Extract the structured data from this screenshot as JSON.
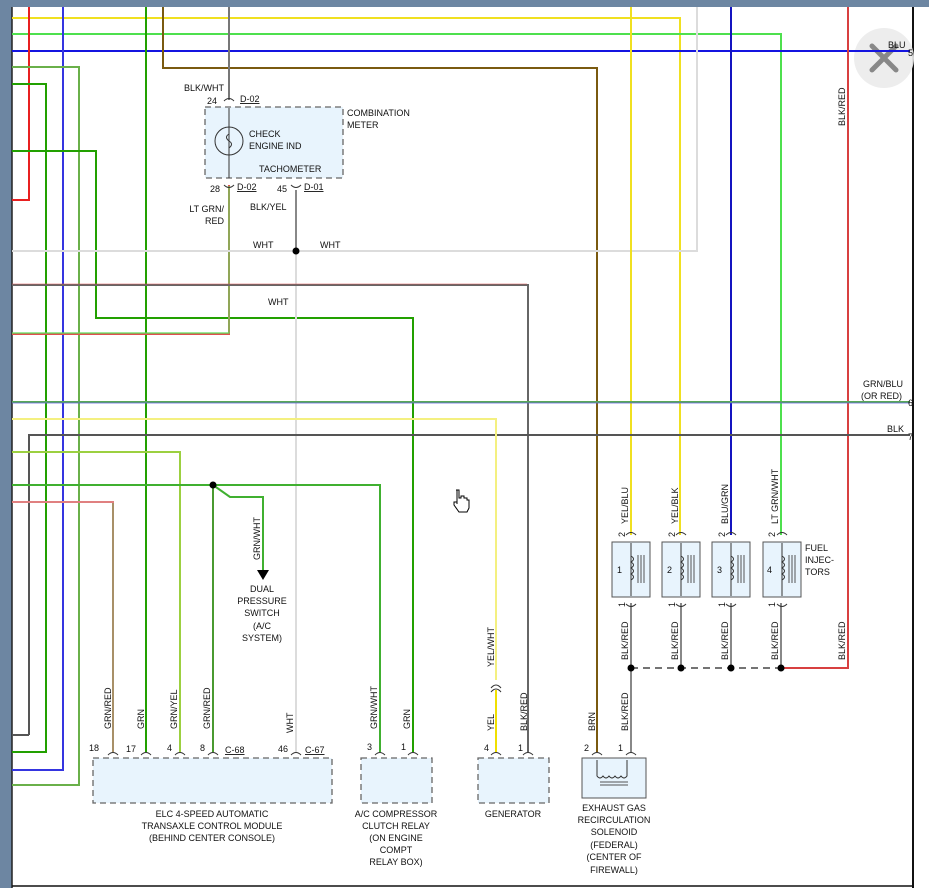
{
  "viewer": {
    "close_icon": "close-x-icon",
    "cursor_icon": "hand-pointer-icon"
  },
  "colors": {
    "frame": "#6d86a2",
    "module_fill": "#e8f4fd",
    "close_bg": "#ececec"
  },
  "meter": {
    "name": [
      "COMBINATION",
      "METER"
    ],
    "indicator": [
      "CHECK",
      "ENGINE IND"
    ],
    "tach": "TACHOMETER",
    "in_wire": "BLK/WHT",
    "in_pin": "24",
    "in_conn": "D-02",
    "out1_pin": "28",
    "out1_conn": "D-02",
    "out1_wire": [
      "LT GRN/",
      "RED"
    ],
    "out2_pin": "45",
    "out2_conn": "D-01",
    "out2_wire": "BLK/YEL"
  },
  "wht_labels": [
    "WHT",
    "WHT",
    "WHT"
  ],
  "right_edge": {
    "blu": "BLU",
    "blu_num": "5",
    "blkred_top": "BLK/RED",
    "grnblu": [
      "GRN/BLU",
      "(OR RED)"
    ],
    "grnblu_num": "6",
    "blk": "BLK",
    "blk_num": "7"
  },
  "dual_switch": {
    "wire": "GRN/WHT",
    "name": [
      "DUAL",
      "PRESSURE",
      "SWITCH",
      "(A/C",
      "SYSTEM)"
    ]
  },
  "ecm": {
    "name": [
      "ELC 4-SPEED AUTOMATIC",
      "TRANSAXLE CONTROL MODULE",
      "(BEHIND CENTER CONSOLE)"
    ],
    "conn_a": "C-68",
    "conn_b": "C-67",
    "pins": [
      {
        "num": "18",
        "wire": "GRN/RED"
      },
      {
        "num": "17",
        "wire": "GRN"
      },
      {
        "num": "4",
        "wire": "GRN/YEL"
      },
      {
        "num": "8",
        "wire": "GRN/RED"
      },
      {
        "num": "46",
        "wire": "WHT"
      }
    ]
  },
  "ac_relay": {
    "name": [
      "A/C COMPRESSOR",
      "CLUTCH RELAY",
      "(ON ENGINE",
      "COMPT",
      "RELAY BOX)"
    ],
    "pins": [
      {
        "num": "3",
        "wire": "GRN/WHT"
      },
      {
        "num": "1",
        "wire": "GRN"
      }
    ]
  },
  "generator": {
    "name": "GENERATOR",
    "upper_wire": "YEL/WHT",
    "pins": [
      {
        "num": "4",
        "wire": "YEL"
      },
      {
        "num": "1",
        "wire": "BLK/RED"
      }
    ]
  },
  "egr": {
    "name": [
      "EXHAUST GAS",
      "RECIRCULATION",
      "SOLENOID",
      "(FEDERAL)",
      "(CENTER OF",
      "FIREWALL)"
    ],
    "pins": [
      {
        "num": "2",
        "wire": "BRN"
      },
      {
        "num": "1",
        "wire": "BLK/RED"
      }
    ]
  },
  "injectors": {
    "name": [
      "FUEL",
      "INJEC-",
      "TORS"
    ],
    "items": [
      {
        "num": "1",
        "wire_in": "YEL/BLU",
        "pin_in": "2",
        "pin_out": "1",
        "wire_out": "BLK/RED"
      },
      {
        "num": "2",
        "wire_in": "YEL/BLK",
        "pin_in": "2",
        "pin_out": "1",
        "wire_out": "BLK/RED"
      },
      {
        "num": "3",
        "wire_in": "BLU/GRN",
        "pin_in": "2",
        "pin_out": "1",
        "wire_out": "BLK/RED"
      },
      {
        "num": "4",
        "wire_in": "LT GRN/WHT",
        "pin_in": "2",
        "pin_out": "1",
        "wire_out": "BLK/RED"
      }
    ],
    "return_wire": "BLK/RED"
  }
}
